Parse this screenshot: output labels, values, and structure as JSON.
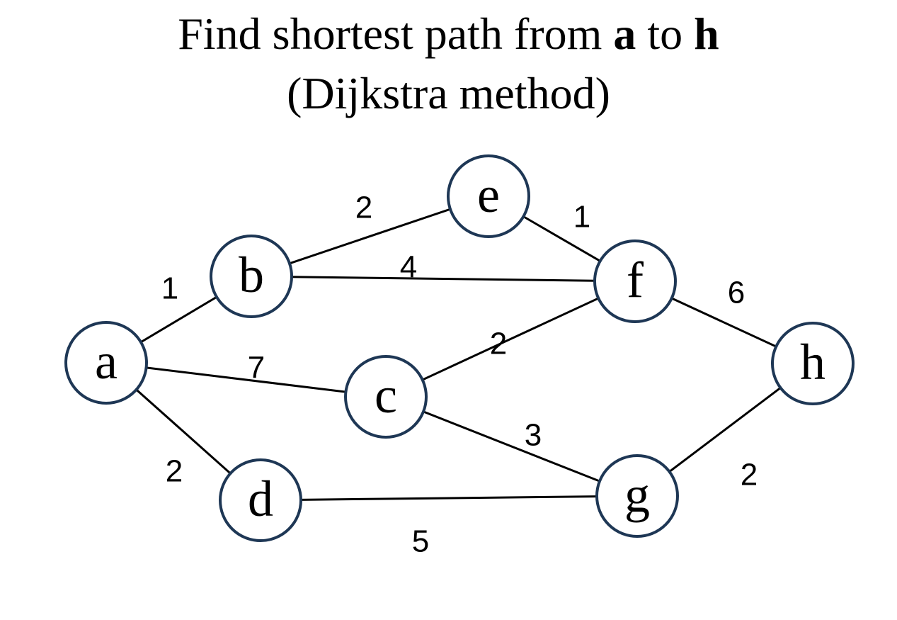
{
  "title": {
    "line1_prefix": "Find shortest path from ",
    "source": "a",
    "line1_middle": " to ",
    "target": "h",
    "line2": "(Dijkstra method)"
  },
  "graph": {
    "stroke_color": "#1e3755",
    "edge_color": "#000000",
    "nodes": [
      {
        "id": "a",
        "label": "a"
      },
      {
        "id": "b",
        "label": "b"
      },
      {
        "id": "c",
        "label": "c"
      },
      {
        "id": "d",
        "label": "d"
      },
      {
        "id": "e",
        "label": "e"
      },
      {
        "id": "f",
        "label": "f"
      },
      {
        "id": "g",
        "label": "g"
      },
      {
        "id": "h",
        "label": "h"
      }
    ],
    "edges": [
      {
        "from": "a",
        "to": "b",
        "weight": "1"
      },
      {
        "from": "a",
        "to": "c",
        "weight": "7"
      },
      {
        "from": "a",
        "to": "d",
        "weight": "2"
      },
      {
        "from": "b",
        "to": "e",
        "weight": "2"
      },
      {
        "from": "b",
        "to": "f",
        "weight": "4"
      },
      {
        "from": "e",
        "to": "f",
        "weight": "1"
      },
      {
        "from": "c",
        "to": "f",
        "weight": "2"
      },
      {
        "from": "c",
        "to": "g",
        "weight": "3"
      },
      {
        "from": "d",
        "to": "g",
        "weight": "5"
      },
      {
        "from": "f",
        "to": "h",
        "weight": "6"
      },
      {
        "from": "g",
        "to": "h",
        "weight": "2"
      }
    ]
  }
}
